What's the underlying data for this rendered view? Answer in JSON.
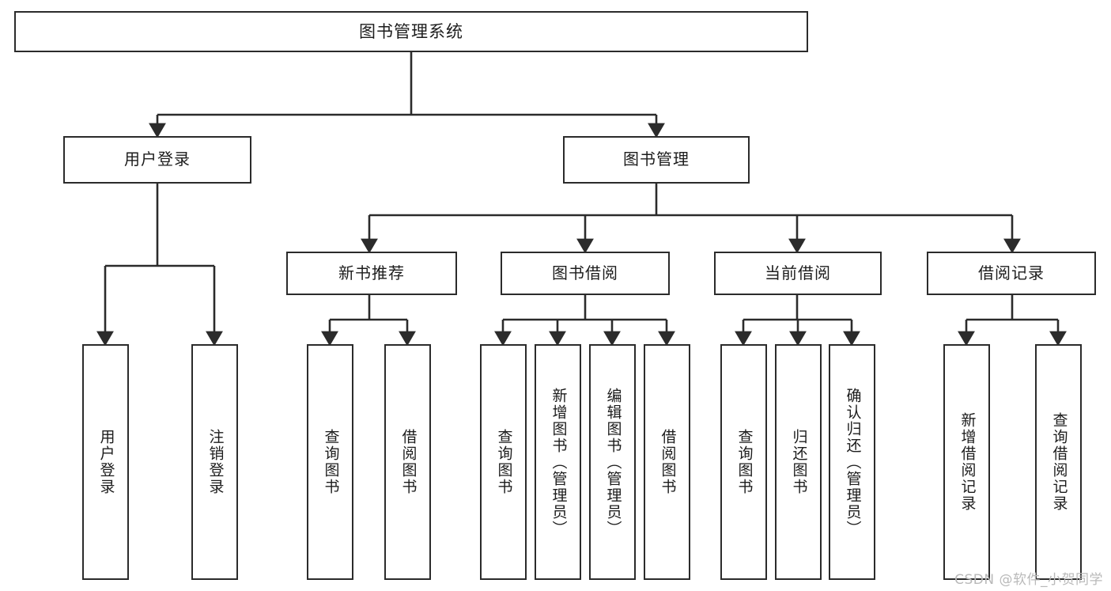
{
  "diagram": {
    "title": "图书管理系统",
    "type": "tree",
    "orientation": "top-down",
    "watermark": "CSDN @软件_小贺同学",
    "colors": {
      "box_border": "#2b2b2b",
      "box_fill": "#ffffff",
      "connector": "#2b2b2b",
      "text": "#1c1c1c",
      "watermark": "#b9b9b9",
      "background": "#ffffff"
    },
    "root": {
      "label": "图书管理系统"
    },
    "level2": [
      {
        "label": "用户登录"
      },
      {
        "label": "图书管理"
      }
    ],
    "level3": [
      {
        "label": "新书推荐"
      },
      {
        "label": "图书借阅"
      },
      {
        "label": "当前借阅"
      },
      {
        "label": "借阅记录"
      }
    ],
    "leaves": {
      "user_login": [
        {
          "label": "用户登录"
        },
        {
          "label": "注销登录"
        }
      ],
      "new_book_recommend": [
        {
          "label": "查询图书"
        },
        {
          "label": "借阅图书"
        }
      ],
      "book_borrow": [
        {
          "label": "查询图书"
        },
        {
          "label": "新增图书（管理员）"
        },
        {
          "label": "编辑图书（管理员）"
        },
        {
          "label": "借阅图书"
        }
      ],
      "current_borrow": [
        {
          "label": "查询图书"
        },
        {
          "label": "归还图书"
        },
        {
          "label": "确认归还（管理员）"
        }
      ],
      "borrow_record": [
        {
          "label": "新增借阅记录"
        },
        {
          "label": "查询借阅记录"
        }
      ]
    }
  }
}
